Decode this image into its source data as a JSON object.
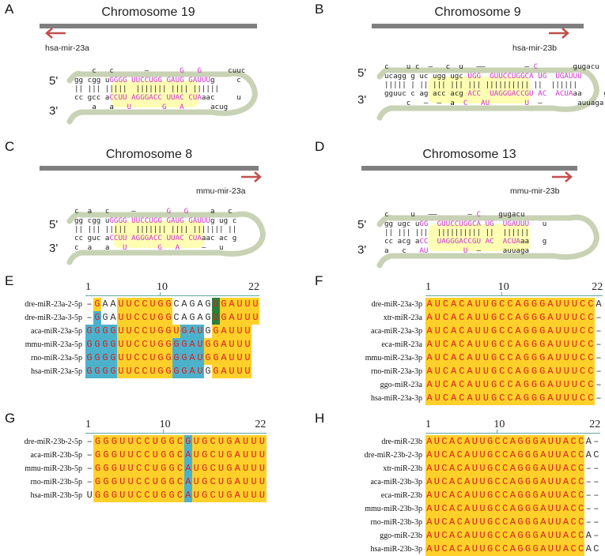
{
  "colors": {
    "bar": "#7f7f7f",
    "arrow": "#c0504d",
    "mature_nt": "#cc33cc",
    "hairpin_highlight": "#ffff99",
    "hairpin_backbone": "#c8d2b4",
    "conserved_bg": "#ffd02a",
    "conserved_text": "#d62020",
    "blue_bg": "#4cb2cc",
    "green_bg": "#2f7d3a",
    "ruler_line": "#5fa8a0"
  },
  "panels": {
    "A": {
      "letter": "A",
      "chrom": "Chromosome 19",
      "gene": "hsa-mir-23a",
      "direction": "left",
      "p5": "5'",
      "p3": "3'",
      "rows": [
        "    c   c       –       G   G      cuuc",
        "gg cgg uGGGG UUCCUGG GAUG GAUUUg     c",
        "|| ||| |||||  ||||||| |||| ||||||",
        "cc gcc aCCUU AGGGACC UUAC CUAaac     u",
        "    a   a   U       G   A      acug"
      ]
    },
    "B": {
      "letter": "B",
      "chrom": "Chromosome 9",
      "gene": "hsa-mir-23b",
      "direction": "right",
      "p5": "5'",
      "p3": "3'",
      "rows": [
        "c    u c  –   c  u   ––         – C        gugacu",
        "ucagg g uc ugg ugc UGG  GUUCCUGGCA UG  UGAUUU     ",
        "||||| | || ||| ||| ||| |||||||||| ||  ||||||",
        "gguuc c ag acc acg ACC  UAGGGACCGU AC  ACUAaa     g",
        "     c   –  –  a  C   AU        U  –        auuaga"
      ]
    },
    "C": {
      "letter": "C",
      "chrom": "Chromosome 8",
      "gene": "mmu-mir-23a",
      "direction": "right",
      "p5": "5'",
      "p3": "3'",
      "rows": [
        "c  a   c     –       G   G     a   c",
        "gg cgg uGGGG UUCCUGG GAUG GAUUUg ug c",
        "|| ||| |||||  ||||||| |||| ||||||| ||",
        "cc guc aCCUU AGGGACC UUAC CUAaac ac g",
        "c  a   a   U       G   A     –   u"
      ]
    },
    "D": {
      "letter": "D",
      "chrom": "Chromosome 13",
      "gene": "mmu-mir-23b",
      "direction": "right",
      "p5": "5'",
      "p3": "3'",
      "rows": [
        "c     u   ––       – C    gugacu",
        "gg ugc uGG  GUUCCUGGCA UG  UGAUUU   u",
        "|| ||| |||  |||||||||| ||  ||||||",
        "cc acg aCC  UAGGGACCGU AC  ACUAaa   g",
        "a   c   AU        U  –     auuaga"
      ]
    },
    "E": {
      "letter": "E",
      "ticks": [
        "1",
        "10",
        "22"
      ],
      "names": [
        "dre-miR-23a-2-5p",
        "dre-miR-23a-3-5p",
        "aca-miR-23a-5p",
        "mmu-miR-23a-5p",
        "rno-miR-23a-5p",
        "hsa-miR-23a-5p"
      ],
      "seqs": [
        "–GAAUUCCUGGCAGAGUGAUUU",
        "–GGAUUCCUGGCAGAGUGAUUU",
        "GGGGUUCCUGGUGAUGGAUUU",
        "GGGGUUCCUGGGGAUGGAUUU",
        "GGGGUUCCUGGGGAUGGAUUU",
        "GGGGUUCCUGGGGAUGGAUUU"
      ]
    },
    "F": {
      "letter": "F",
      "ticks": [
        "1",
        "10",
        "22"
      ],
      "names": [
        "dre-miR-23a-3p",
        "xtr-miR-23a",
        "aca-miR-23a-3p",
        "eca-miR-23a",
        "mmu-miR-23a-3p",
        "rno-miR-23a-3p",
        "ggo-miR-23a",
        "hsa-miR-23a-3p"
      ],
      "seqs": [
        "AUCACAUUGCCAGGGAUUUCCA",
        "AUCACAUUGCCAGGGAUUUCC–",
        "AUCACAUUGCCAGGGAUUUCC–",
        "AUCACAUUGCCAGGGAUUUCC–",
        "AUCACAUUGCCAGGGAUUUCC–",
        "AUCACAUUGCCAGGGAUUUCC–",
        "AUCACAUUGCCAGGGAUUUCC–",
        "AUCACAUUGCCAGGGAUUUCC–"
      ]
    },
    "G": {
      "letter": "G",
      "ticks": [
        "1",
        "10",
        "22"
      ],
      "names": [
        "dre-miR-23b-2-5p",
        "aca-miR-23b-5p",
        "mmu-miR-23b-5p",
        "rno-miR-23b-5p",
        "hsa-miR-23b-5p"
      ],
      "seqs": [
        "–GGGUUCCUGGCGUGCUGAUUU",
        "–GGGUUCCUGGCAUGCUGAUUU",
        "–GGGUUCCUGGCAUGCUGAUUU",
        "–GGGUUCCUGGCAUGCUGAUUU",
        "UGGGUUCCUGGCAUGCUGAUUU"
      ]
    },
    "H": {
      "letter": "H",
      "ticks": [
        "1",
        "10",
        "22"
      ],
      "names": [
        "dre-miR-23b",
        "dre-miR-23b-2-3p",
        "xtr-miR-23b",
        "aca-miR-23b-3p",
        "eca-miR-23b",
        "mmu-miR-23b-3p",
        "rno-miR-23b-3p",
        "ggo-miR-23b",
        "hsa-miR-23b-3p"
      ],
      "seqs": [
        "AUCACAUUGCCAGGGAUUACCA–",
        "AUCACAUUGCCAGGGAUUACCAC",
        "AUCACAUUGCCAGGGAUUACC––",
        "AUCACAUUGCCAGGGAUUACC––",
        "AUCACAUUGCCAGGGAUUACC––",
        "AUCACAUUGCCAGGGAUUACC––",
        "AUCACAUUGCCAGGGAUUACC––",
        "AUCACAUUGCCAGGGAUUACCA–",
        "AUCACAUUGCCAGGGAUUACCAC"
      ]
    }
  }
}
